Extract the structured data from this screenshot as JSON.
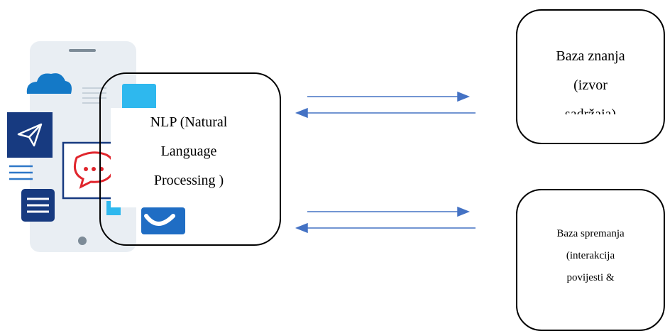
{
  "nlp": {
    "lines": [
      "NLP (Natural",
      "Language",
      "Processing )"
    ]
  },
  "knowledge_base": {
    "lines": [
      "Baza znanja",
      "(izvor",
      "sadržaja)"
    ]
  },
  "storage": {
    "lines": [
      "Baza spremanja",
      "(interakcija",
      "povijesti &"
    ]
  },
  "colors": {
    "arrow": "#4472c4",
    "phone_body": "#e9eef3",
    "cloud": "#1479c7",
    "dark_blue": "#173a80",
    "accent_red": "#e0262d",
    "light_blue": "#2eb8ee"
  }
}
